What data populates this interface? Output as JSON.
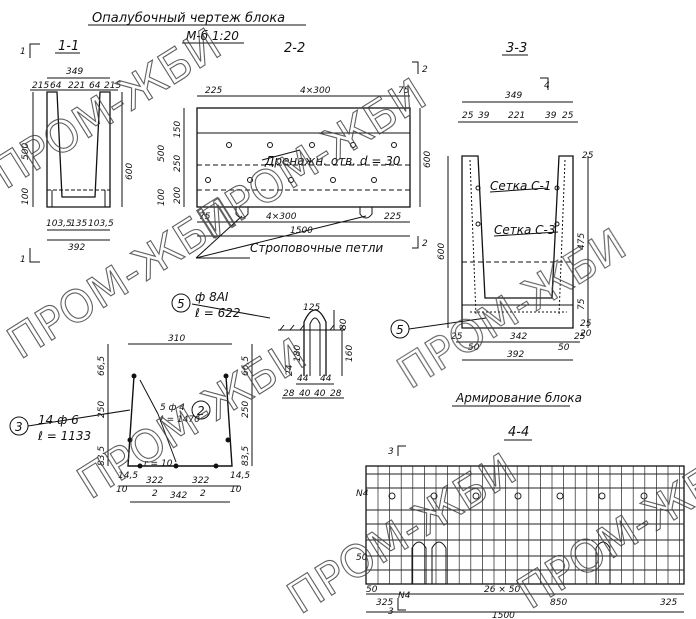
{
  "title": "Опалубочный чертеж блока",
  "scale": "М-б 1:20",
  "watermark": "ПРОМ-ЖБИ",
  "sections": {
    "s11": "1-1",
    "s22": "2-2",
    "s33": "3-3",
    "s44": "4-4",
    "marker1": "1",
    "marker2": "2",
    "marker3": "3",
    "marker4": "4"
  },
  "armirovanie_title": "Армирование блока",
  "labels": {
    "drenazh": "Дренажн. отв. d = 30",
    "stropovochnye": "Строповочные петли",
    "setka_c1": "Сетка С-1",
    "setka_c3": "Сетка С-3",
    "pos5_bar": "ф 8АI",
    "pos5_len": "ℓ = 622",
    "pos3_bar": "14 ф 6",
    "pos3_len": "ℓ = 1133",
    "pos2_bar": "5 ф 4",
    "pos2_len": "ℓ = 1470",
    "r10": "r = 10",
    "n4": "N4",
    "n4b": "N4"
  },
  "callouts": {
    "c5": "5",
    "c3": "3",
    "c2": "2",
    "c5b": "5"
  },
  "dims": {
    "s11": {
      "w349": "349",
      "a215": "215",
      "a64": "64",
      "a221": "221",
      "b64": "64",
      "b215": "215",
      "h500": "500",
      "h100": "100",
      "h600": "600",
      "b103": "103,5",
      "b135": "135",
      "b103b": "103,5",
      "w392": "392"
    },
    "s22": {
      "d225": "225",
      "d4x300": "4×300",
      "d75": "75",
      "h150": "150",
      "h500": "500",
      "h250": "250",
      "h100": "100",
      "h200": "200",
      "h600": "600",
      "b75": "75",
      "b4x300": "4×300",
      "b225": "225",
      "w1500": "1500"
    },
    "s33": {
      "w349": "349",
      "a25": "25",
      "a39": "39",
      "a221": "221",
      "b39": "39",
      "b25": "25",
      "r25": "25",
      "h600": "600",
      "h475": "475",
      "h75": "75",
      "h25": "25",
      "h20": "20",
      "b50": "50",
      "b342": "342",
      "b50b": "50",
      "b25b": "25",
      "w392": "392"
    },
    "loop": {
      "h125": "125",
      "h80": "80",
      "h180": "180",
      "h160": "160",
      "h24": "24",
      "b44a": "44",
      "b44b": "44",
      "b28a": "28",
      "b40a": "40",
      "b40b": "40",
      "b28b": "28"
    },
    "frame": {
      "w310": "310",
      "l665": "66,5",
      "r665": "66,5",
      "l250": "250",
      "r250": "250",
      "l835": "83,5",
      "r835": "83,5",
      "l10": "10",
      "r10": "10",
      "b322a": "322",
      "b322b": "322",
      "w342": "342",
      "s145": "14,5",
      "s145b": "14,5",
      "d2a": "2",
      "d2b": "2"
    },
    "s44": {
      "b50": "50",
      "b325": "325",
      "b26x50": "26 × 50",
      "b850": "850",
      "b325b": "325",
      "w1500": "1500",
      "l50": "50"
    }
  }
}
